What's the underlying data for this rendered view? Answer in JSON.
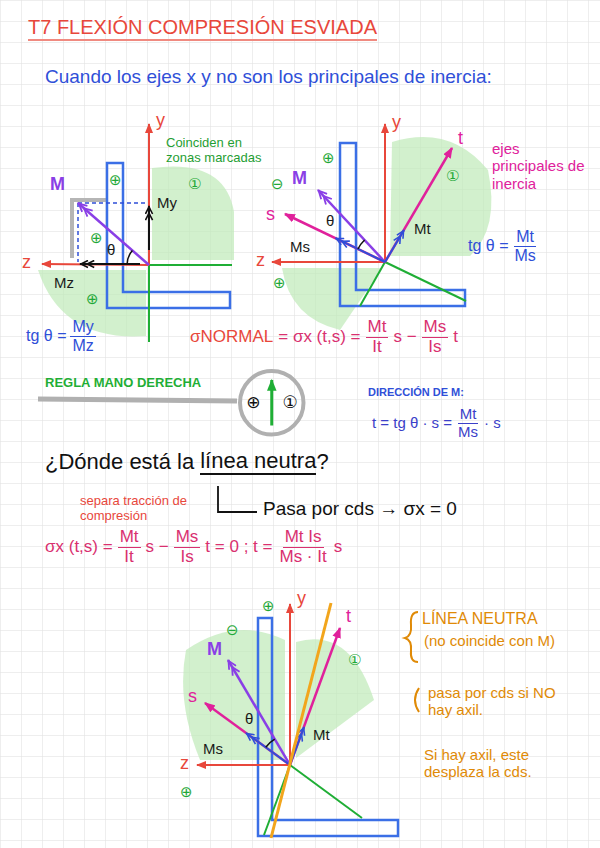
{
  "diagram": {
    "title": "T7 FLEXIÓN COMPRESIÓN ESVIADA",
    "nodes": [
      {
        "text": [
          "⊕",
          "①"
        ]
      }
    ],
    "labels": [
      "Cuando los ejes x y no son los principales de inercia:",
      "y",
      "Coinciden en zonas marcadas",
      "⊕",
      "①",
      "M",
      "My",
      "⊕",
      "θ",
      "z",
      "Mz",
      "⊕",
      "tg θ =",
      "My",
      "Mz",
      "y",
      "⊕",
      "t",
      "ejes principales de inercia",
      "M",
      "⊖",
      "①",
      "s",
      "Mt",
      "θ",
      "Ms",
      "tg θ =",
      "Mt",
      "Ms",
      "z",
      "⊕",
      "σNORMAL",
      "= σx (t,s) =",
      "Mt",
      "It",
      "s −",
      "Ms",
      "Is",
      "t",
      "REGLA MANO DERECHA",
      "DIRECCIÓN DE M:",
      "t = tg θ · s =",
      "Mt",
      "Ms",
      "· s",
      "¿Dónde está la",
      "línea neutra",
      "?",
      "separa tracción de compresión",
      "Pasa por cds → σx = 0",
      "σx (t,s) =",
      "Mt",
      "It",
      "s −",
      "Ms",
      "Is",
      "t = 0 ; t =",
      "Mt Is",
      "Ms · It",
      "s",
      "y",
      "⊕",
      "t",
      "⊖",
      "M",
      "①",
      "s",
      "Mt",
      "Ms",
      "θ",
      "z",
      "⊕",
      "LÍNEA NEUTRA",
      "(no coincide con M)",
      "pasa por cds si NO hay axil.",
      "Si hay axil, este desplaza la cds."
    ]
  }
}
